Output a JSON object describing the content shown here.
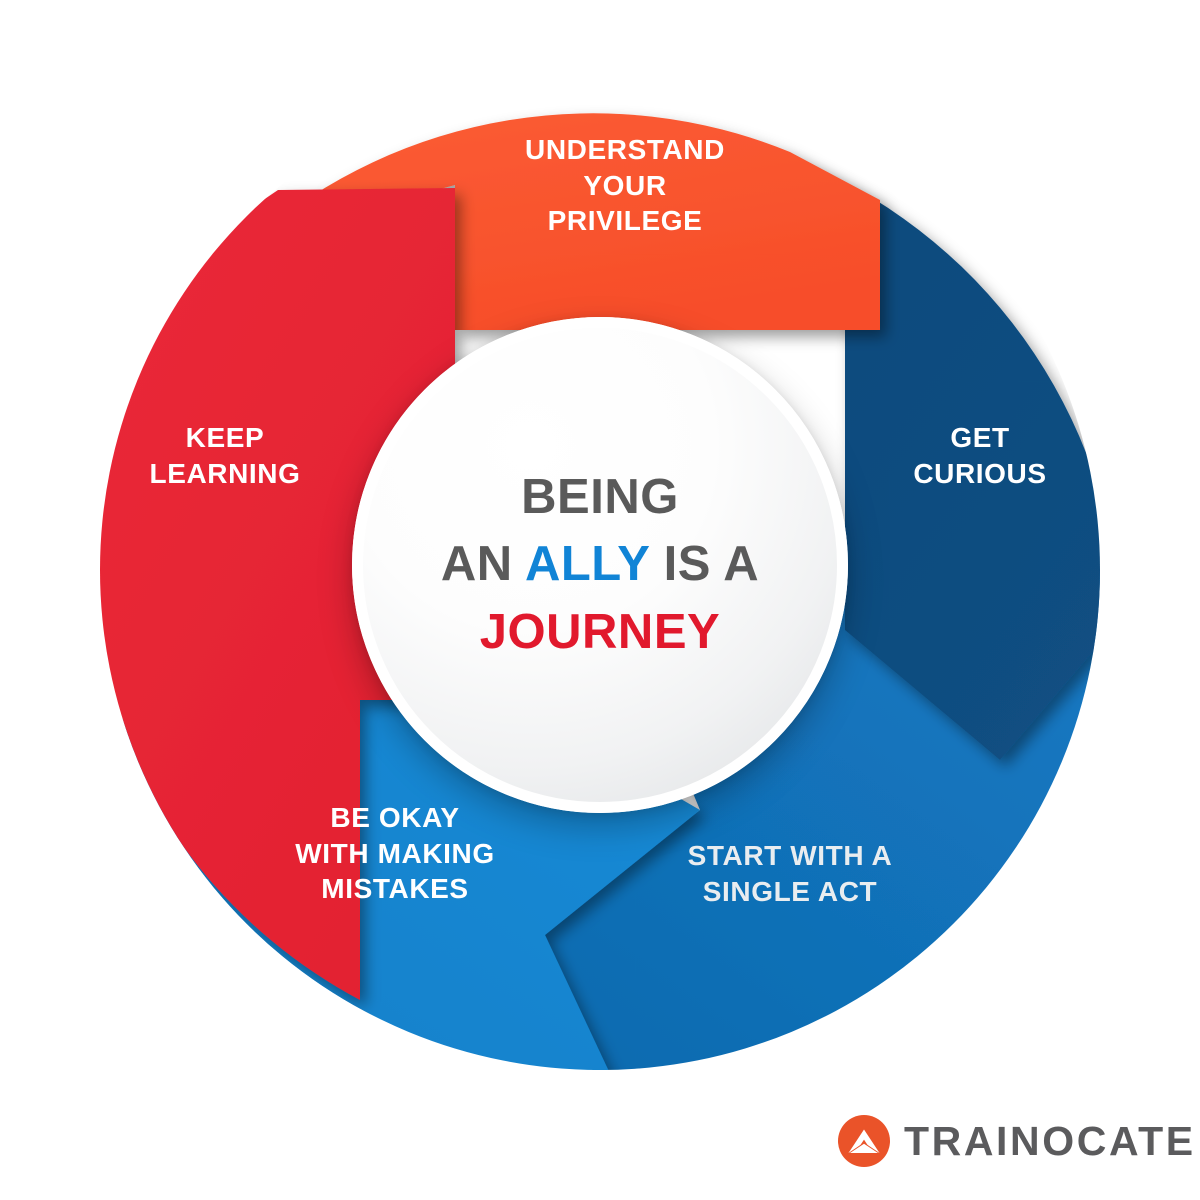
{
  "graphic": {
    "type": "cycle-wheel-infographic",
    "title": "Being an Ally is a Journey",
    "background_color": "#ffffff"
  },
  "center": {
    "line1": "BEING",
    "line2_part1": "AN ",
    "line2_highlight": "ALLY",
    "line2_part2": " IS A",
    "line3": "JOURNEY",
    "text_color": "#5a5a5a",
    "highlight_color": "#1184d6",
    "accent_color": "#e1192d"
  },
  "segments": [
    {
      "id": "understand-your-privilege",
      "label": "UNDERSTAND YOUR PRIVILEGE",
      "lines": [
        "UNDERSTAND",
        "YOUR",
        "PRIVILEGE"
      ],
      "color": "#fa5630",
      "position": "top"
    },
    {
      "id": "get-curious",
      "label": "GET CURIOUS",
      "lines": [
        "GET",
        "CURIOUS"
      ],
      "color": "#104b7d",
      "position": "right"
    },
    {
      "id": "start-with-a-single-act",
      "label": "START WITH A SINGLE ACT",
      "lines": [
        "START WITH A",
        "SINGLE ACT"
      ],
      "color": "#1171b8",
      "position": "bottom-right"
    },
    {
      "id": "be-okay-with-making-mistakes",
      "label": "BE OKAY WITH MAKING MISTAKES",
      "lines": [
        "BE OKAY",
        "WITH MAKING",
        "MISTAKES"
      ],
      "color": "#1482ce",
      "position": "bottom-left"
    },
    {
      "id": "keep-learning",
      "label": "KEEP LEARNING",
      "lines": [
        "KEEP",
        "LEARNING"
      ],
      "color": "#e82636",
      "position": "left"
    }
  ],
  "brand": {
    "name": "TRAINOCATE",
    "mark": "mountain-peak-circle-logo",
    "mark_color": "#ea5329",
    "text_color": "#5b5b5d"
  }
}
